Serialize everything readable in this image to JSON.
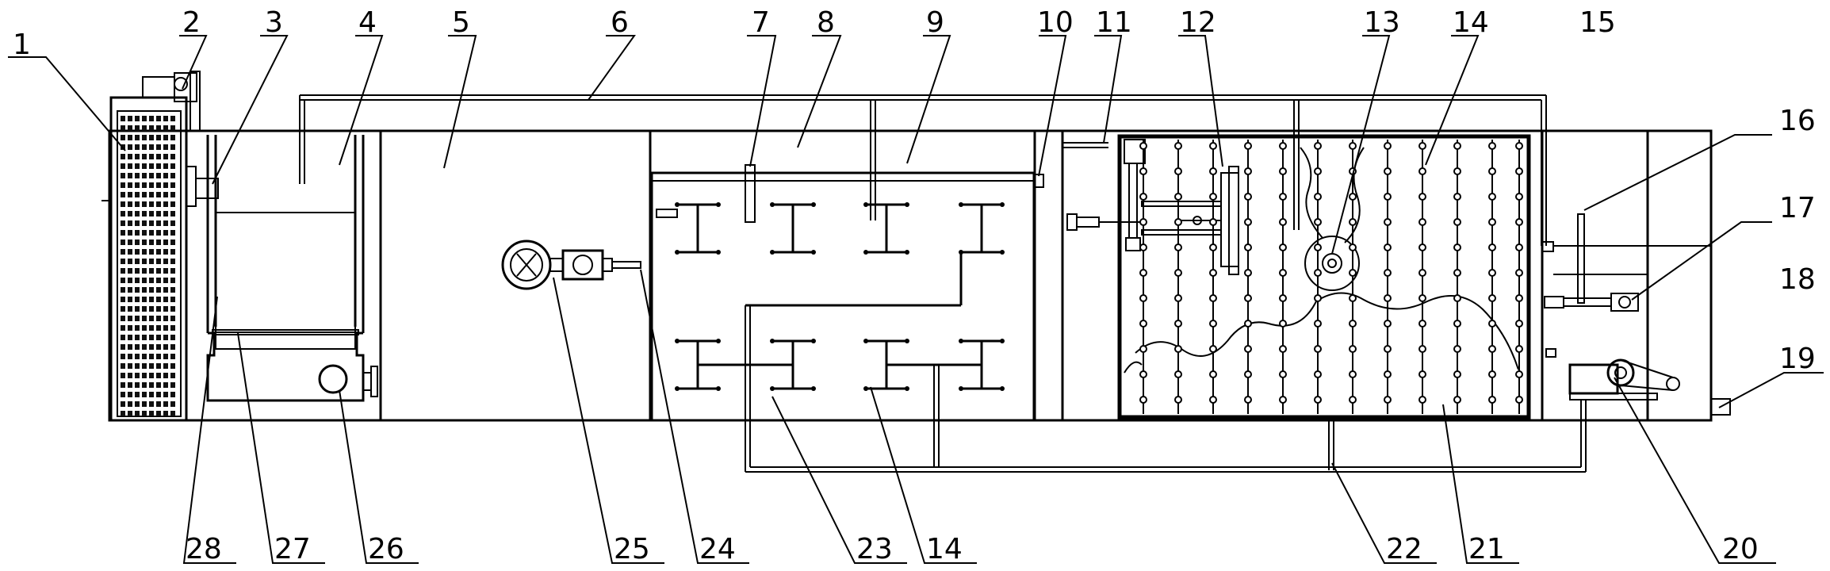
{
  "diagram": {
    "type": "technical-drawing",
    "labels": [
      "1",
      "2",
      "3",
      "4",
      "5",
      "6",
      "7",
      "8",
      "9",
      "10",
      "11",
      "12",
      "13",
      "14",
      "15",
      "16",
      "17",
      "18",
      "19",
      "20",
      "21",
      "22",
      "23",
      "14",
      "25",
      "24",
      "28",
      "27",
      "26"
    ]
  }
}
